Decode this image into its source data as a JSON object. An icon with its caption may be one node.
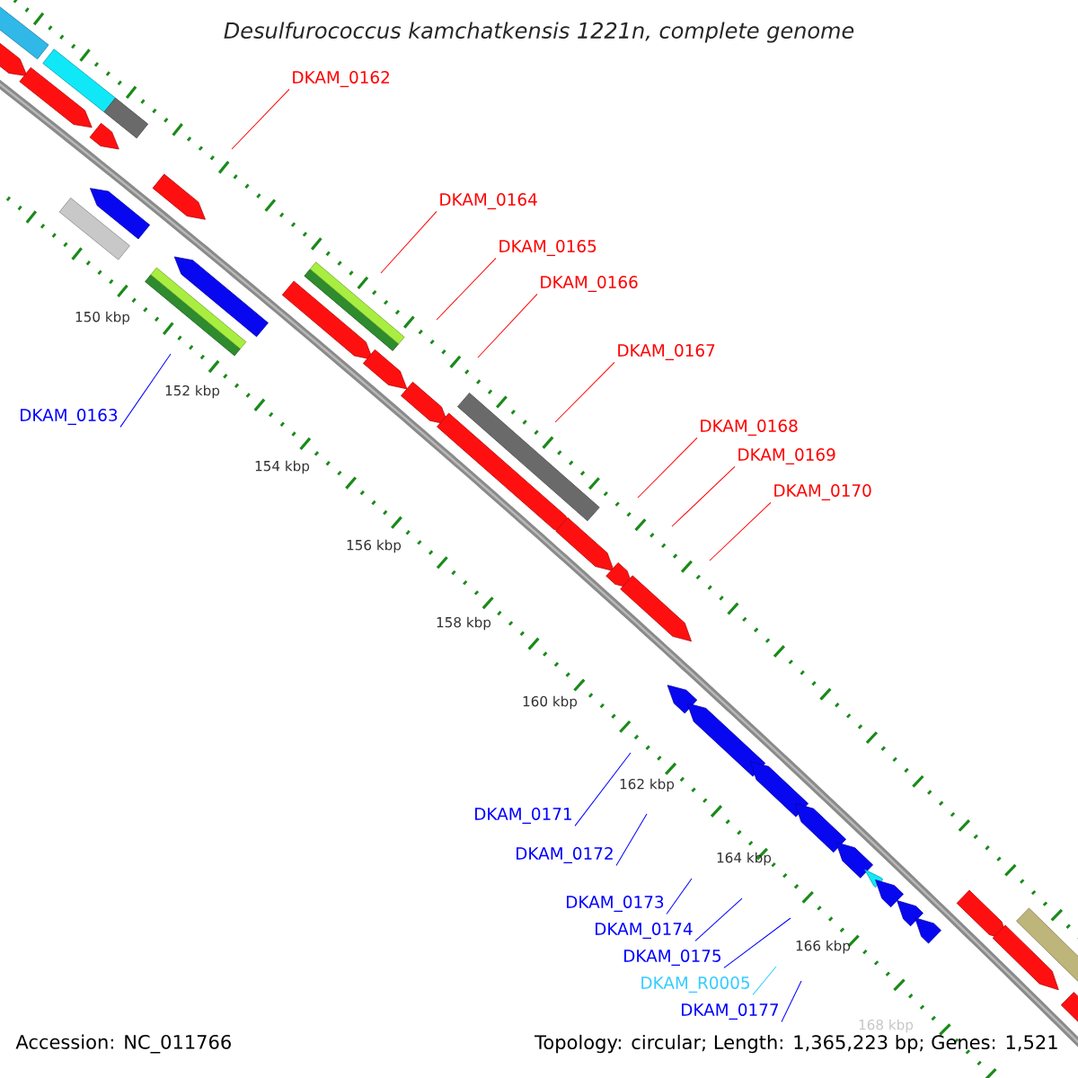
{
  "diagram": {
    "title": "Desulfurococcus kamchatkensis 1221n, complete genome",
    "nodes": [
      {
        "text": [
          "DKAM_0162"
        ]
      },
      {
        "text": [
          "DKAM_0164"
        ]
      },
      {
        "text": [
          "DKAM_0165"
        ]
      },
      {
        "text": [
          "DKAM_0166"
        ]
      },
      {
        "text": [
          "DKAM_0167"
        ]
      },
      {
        "text": [
          "DKAM_0163"
        ]
      },
      {
        "text": [
          "DKAM_0168"
        ]
      },
      {
        "text": [
          "DKAM_0169"
        ]
      },
      {
        "text": [
          "DKAM_0170"
        ]
      },
      {
        "text": [
          "DKAM_0171"
        ]
      },
      {
        "text": [
          "DKAM_0172"
        ]
      },
      {
        "text": [
          "DKAM_0173"
        ]
      },
      {
        "text": [
          "DKAM_0174"
        ]
      },
      {
        "text": [
          "DKAM_0175"
        ]
      },
      {
        "text": [
          "DKAM_R0005"
        ]
      },
      {
        "text": [
          "DKAM_0177"
        ]
      }
    ],
    "edges": [
      {
        "from": 0,
        "to": null,
        "arrow": "none",
        "color": "#ff0000"
      },
      {
        "from": 1,
        "to": null,
        "arrow": "none",
        "color": "#ff0000"
      },
      {
        "from": 2,
        "to": null,
        "arrow": "none",
        "color": "#ff0000"
      },
      {
        "from": 3,
        "to": null,
        "arrow": "none",
        "color": "#ff0000"
      },
      {
        "from": 4,
        "to": null,
        "arrow": "none",
        "color": "#ff0000"
      },
      {
        "from": 5,
        "to": null,
        "arrow": "none",
        "color": "#0000ff"
      },
      {
        "from": 6,
        "to": null,
        "arrow": "none",
        "color": "#ff0000"
      },
      {
        "from": 7,
        "to": null,
        "arrow": "none",
        "color": "#ff0000"
      },
      {
        "from": 8,
        "to": null,
        "arrow": "none",
        "color": "#ff0000"
      },
      {
        "from": 9,
        "to": null,
        "arrow": "none",
        "color": "#0000ff"
      },
      {
        "from": 10,
        "to": null,
        "arrow": "none",
        "color": "#0000ff"
      },
      {
        "from": 11,
        "to": null,
        "arrow": "none",
        "color": "#0000ff"
      },
      {
        "from": 12,
        "to": null,
        "arrow": "none",
        "color": "#0000ff"
      },
      {
        "from": 13,
        "to": null,
        "arrow": "none",
        "color": "#0000ff"
      },
      {
        "from": 14,
        "to": null,
        "arrow": "none",
        "color": "#33ccff"
      },
      {
        "from": 15,
        "to": null,
        "arrow": "none",
        "color": "#0000ff"
      }
    ],
    "labels": [
      "150 kbp",
      "152 kbp",
      "154 kbp",
      "156 kbp",
      "158 kbp",
      "160 kbp",
      "162 kbp",
      "164 kbp",
      "166 kbp",
      "168 kbp",
      "Accession: NC_011766",
      "Topology: circular; Length: 1,365,223 bp; Genes: 1,521"
    ]
  }
}
